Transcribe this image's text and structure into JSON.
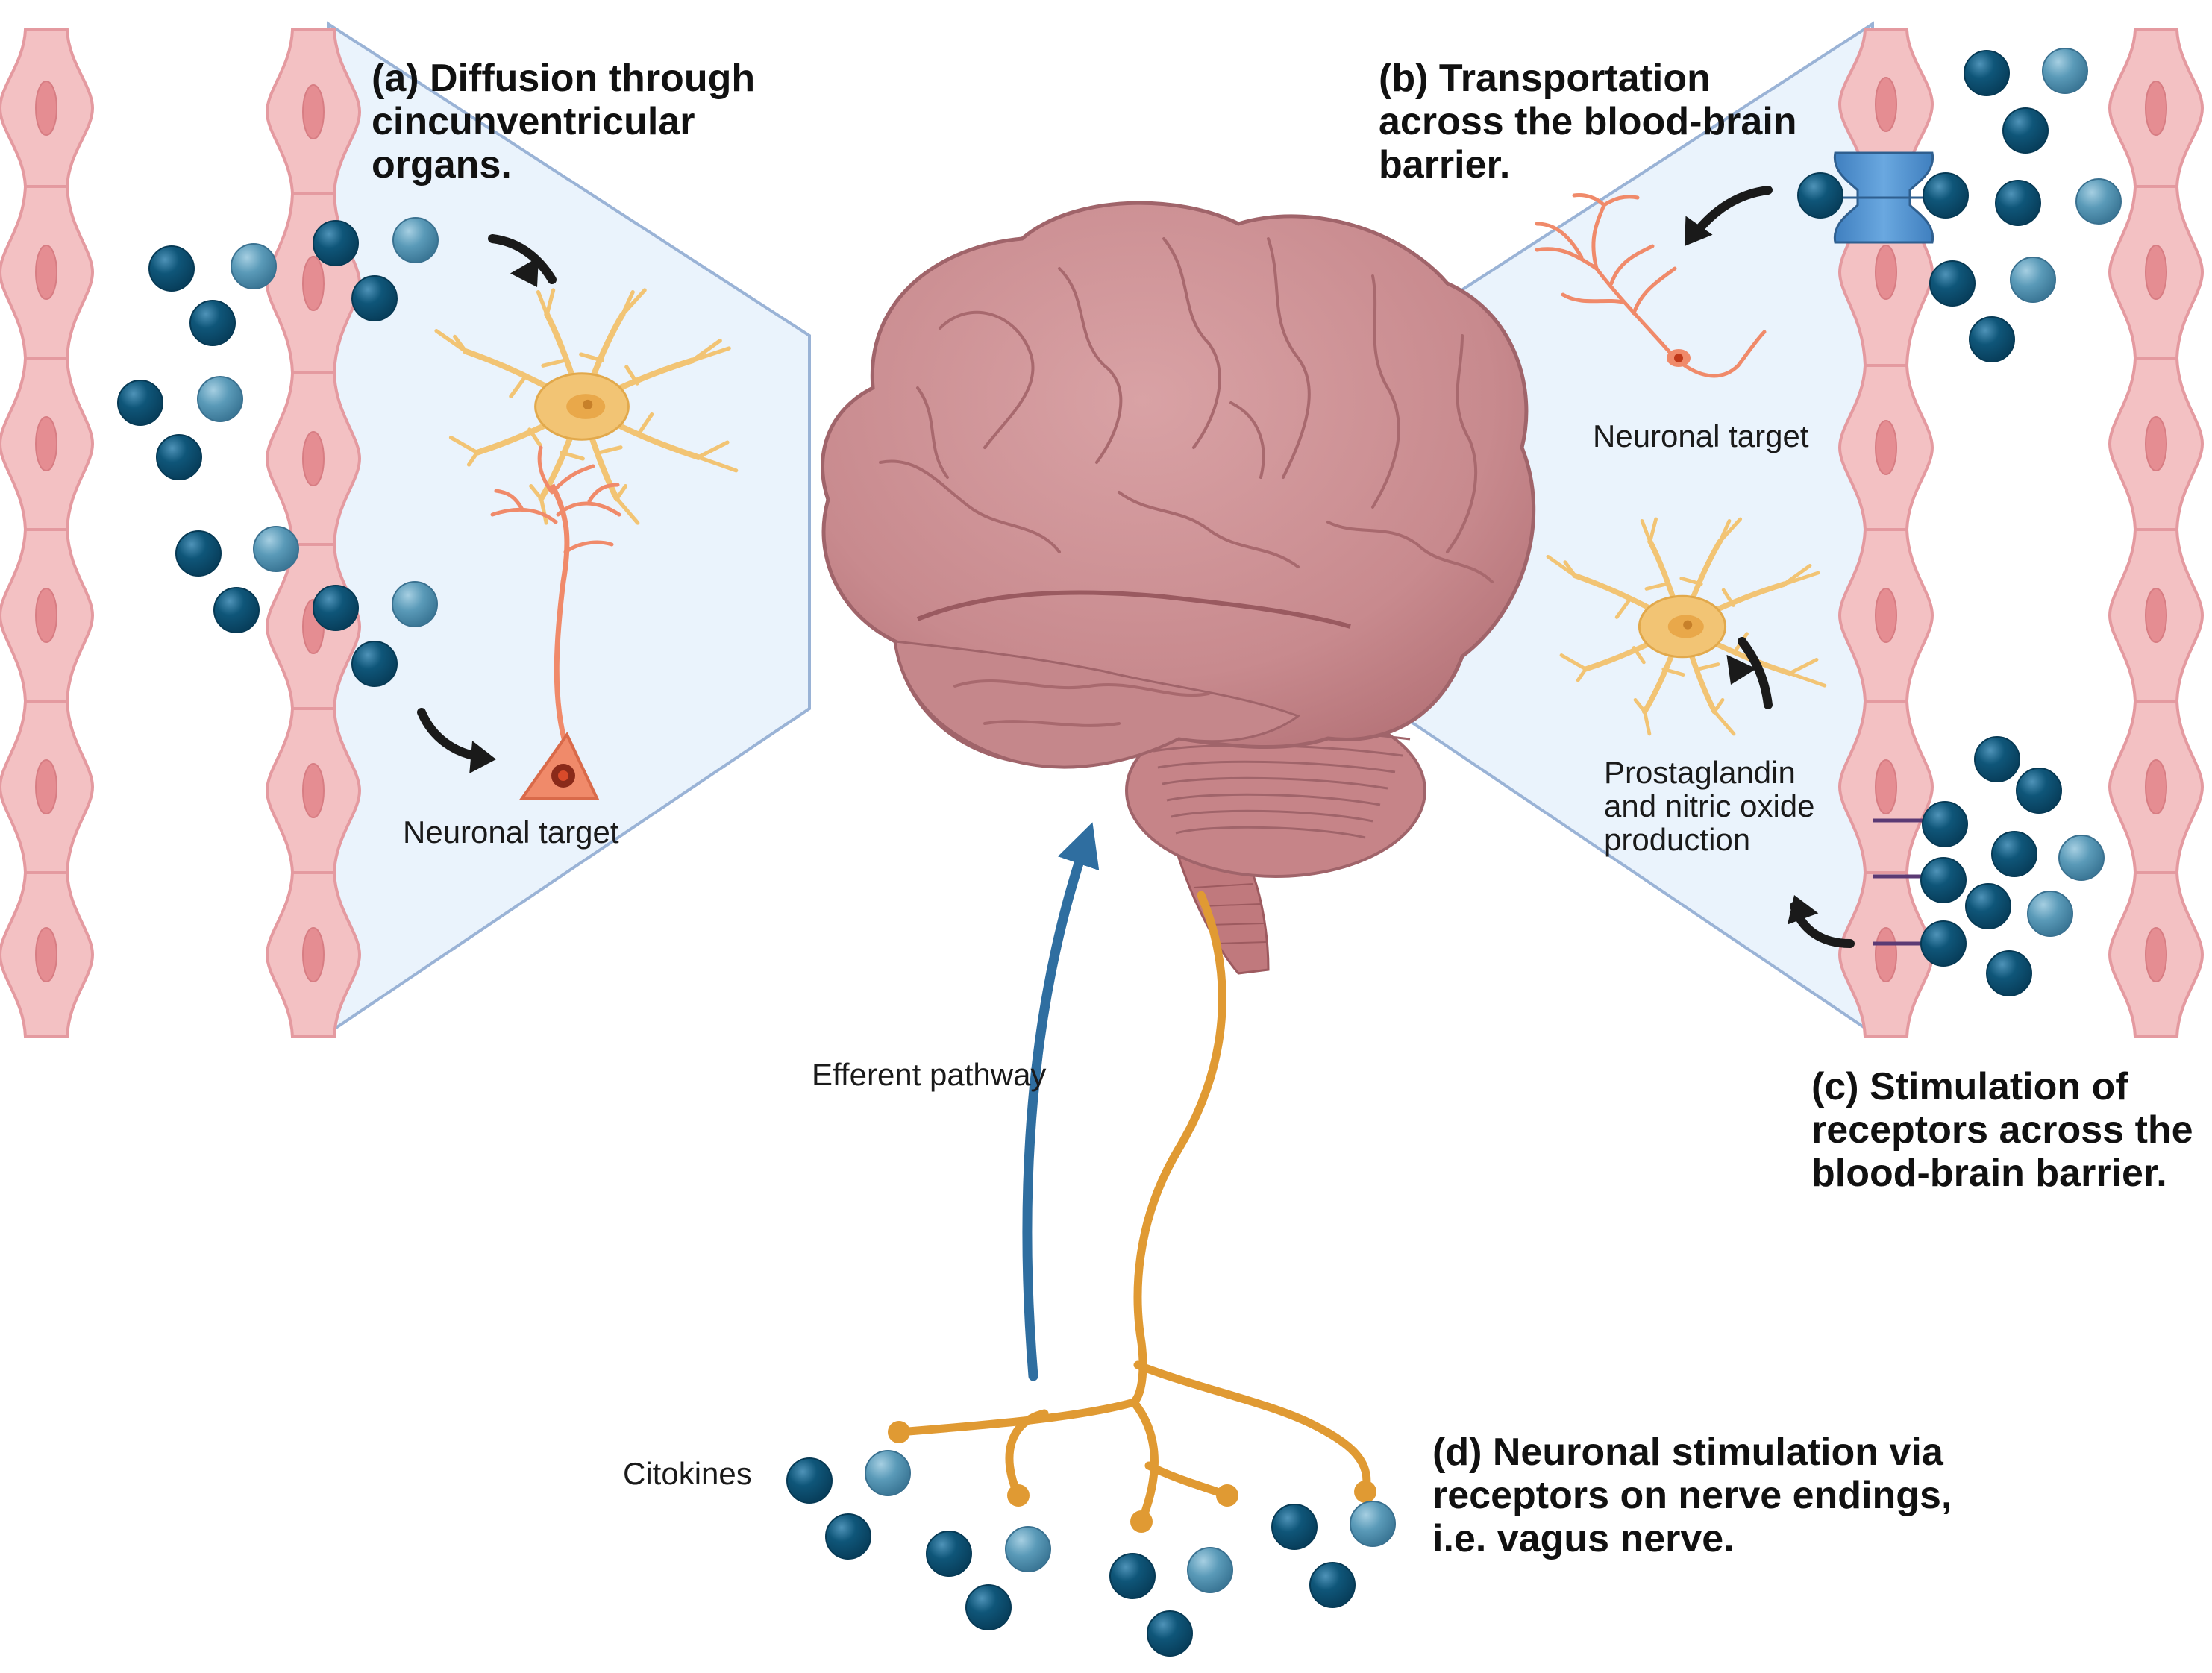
{
  "panels": {
    "a": {
      "title_lines": [
        "(a) Diffusion through",
        "cincunventricular",
        "organs."
      ],
      "neuron_label": "Neuronal target"
    },
    "b": {
      "title_lines": [
        "(b) Transportation",
        "across the blood-brain",
        "barrier."
      ],
      "neuron_label": "Neuronal target"
    },
    "c": {
      "title_lines": [
        "(c) Stimulation of",
        "receptors across the",
        "blood-brain barrier."
      ],
      "production_lines": [
        "Prostaglandin",
        "and nitric oxide",
        "production"
      ]
    },
    "d": {
      "title_lines": [
        "(d) Neuronal stimulation via",
        "receptors on nerve endings,",
        "i.e. vagus nerve."
      ],
      "cytokine_label": "Citokines",
      "pathway_label": "Efferent pathway"
    }
  },
  "colors": {
    "cytokine_dark": "#0f5679",
    "cytokine_light": "#5a9ab8",
    "vessel_cell": "#f3c1c3",
    "vessel_nucleus": "#e58d92",
    "triangle_fill": "#eaf3fc",
    "triangle_stroke": "#9ab3d6",
    "brain": "#c98a8e",
    "nerve": "#e09a33",
    "pathway_arrow": "#2f6ea0",
    "glia": "#f2c474",
    "neuron": "#f08a6a",
    "channel": "#4f8fcf"
  },
  "icons": [
    "cytokine-molecule-icon",
    "endothelial-cell-icon",
    "astrocyte-icon",
    "neuron-icon",
    "brain-icon",
    "vagus-nerve-icon",
    "transport-channel-icon",
    "receptor-icon",
    "curved-arrow-icon"
  ]
}
